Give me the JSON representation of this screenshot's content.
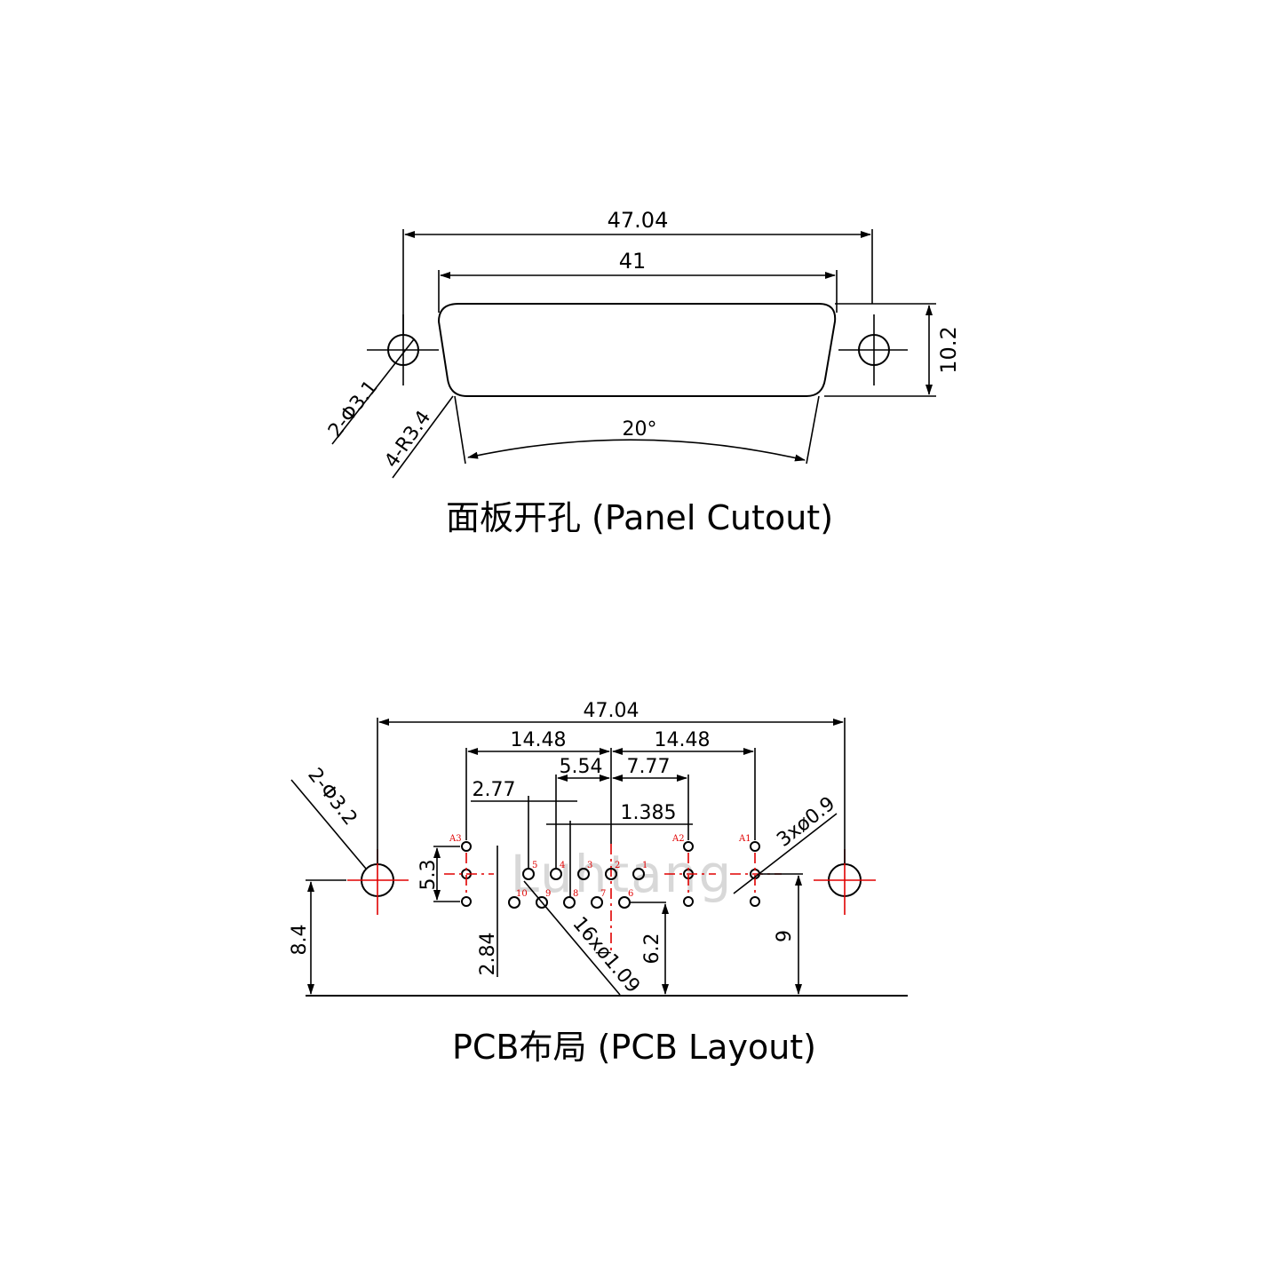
{
  "panel": {
    "caption": "面板开孔 (Panel Cutout)",
    "dims": {
      "overall_width": "47.04",
      "opening_width": "41",
      "height": "10.2",
      "angle": "20°",
      "hole_callout": "2-Φ3.1",
      "radius_callout": "4-R3.4"
    }
  },
  "pcb": {
    "caption": "PCB布局 (PCB Layout)",
    "watermark": "Luhtang",
    "dims": {
      "overall_width": "47.04",
      "left_offset": "14.48",
      "right_offset": "14.48",
      "pitch_554": "5.54",
      "pitch_777": "7.77",
      "pitch_277": "2.77",
      "pitch_1385": "1.385",
      "row_53": "5.3",
      "height_84": "8.4",
      "height_284": "2.84",
      "height_62": "6.2",
      "height_9": "9",
      "mount_callout": "2-Φ3.2",
      "coax_callout": "3xø0.9",
      "signal_callout": "16xø1.09"
    },
    "pins": {
      "a3": "A3",
      "a2": "A2",
      "a1": "A1",
      "p1": "1",
      "p2": "2",
      "p3": "3",
      "p4": "4",
      "p5": "5",
      "p6": "6",
      "p7": "7",
      "p8": "8",
      "p9": "9",
      "p10": "10"
    }
  }
}
